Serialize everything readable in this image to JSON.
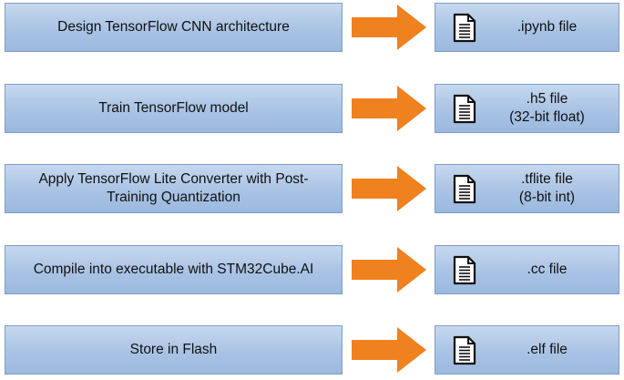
{
  "colors": {
    "box_fill": "#a9c3e4",
    "box_border": "#7f9dc4",
    "arrow": "#f0811f",
    "text": "#111111"
  },
  "icons": {
    "file": "document-icon",
    "arrow": "right-arrow-icon"
  },
  "steps": [
    {
      "label": "Design TensorFlow CNN architecture",
      "file_lines": [
        ".ipynb file"
      ]
    },
    {
      "label": "Train TensorFlow model",
      "file_lines": [
        ".h5 file",
        "(32-bit float)"
      ]
    },
    {
      "label": "Apply TensorFlow Lite Converter with Post-Training Quantization",
      "file_lines": [
        ".tflite file",
        "(8-bit int)"
      ]
    },
    {
      "label": "Compile into executable with STM32Cube.AI",
      "file_lines": [
        ".cc file"
      ]
    },
    {
      "label": "Store in Flash",
      "file_lines": [
        ".elf file"
      ]
    }
  ]
}
